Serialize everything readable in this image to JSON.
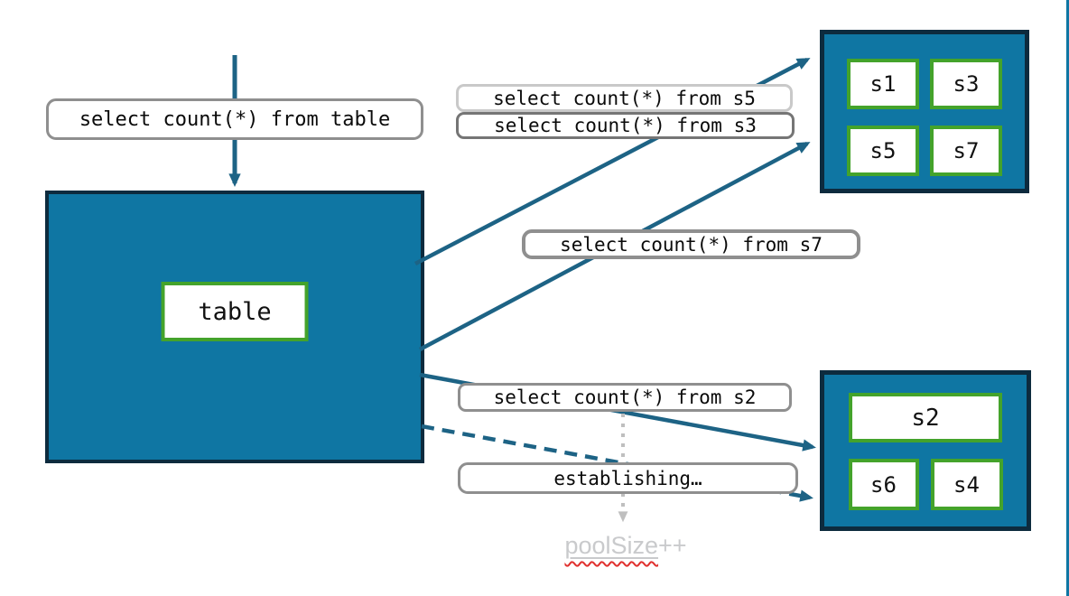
{
  "diagram": {
    "labels": {
      "table_query": "select count(*) from table",
      "s5_query": "select count(*) from s5",
      "s3_query": "select count(*) from s3",
      "s7_query": "select count(*) from s7",
      "s2_query": "select count(*) from s2",
      "establishing": "establishing…"
    },
    "table_box": {
      "label": "table"
    },
    "pool_top": {
      "shards": [
        "s1",
        "s3",
        "s5",
        "s7"
      ]
    },
    "pool_bottom": {
      "wide_shard": "s2",
      "shards": [
        "s6",
        "s4"
      ]
    },
    "pool_size_note": {
      "word": "poolSize",
      "suffix": "++"
    },
    "colors": {
      "teal_fill": "#0F76A3",
      "navy_border": "#0D2B3E",
      "green_border": "#44A32B",
      "arrow_teal": "#1D6385",
      "label_border": "#8F8F8F",
      "label_border_light": "#C9C9C9",
      "label_border_dark": "#757575",
      "muted_text": "#C9CACC",
      "dotted_arrow_gray": "#BFBFBF",
      "squiggle_red": "#E0302E"
    }
  }
}
